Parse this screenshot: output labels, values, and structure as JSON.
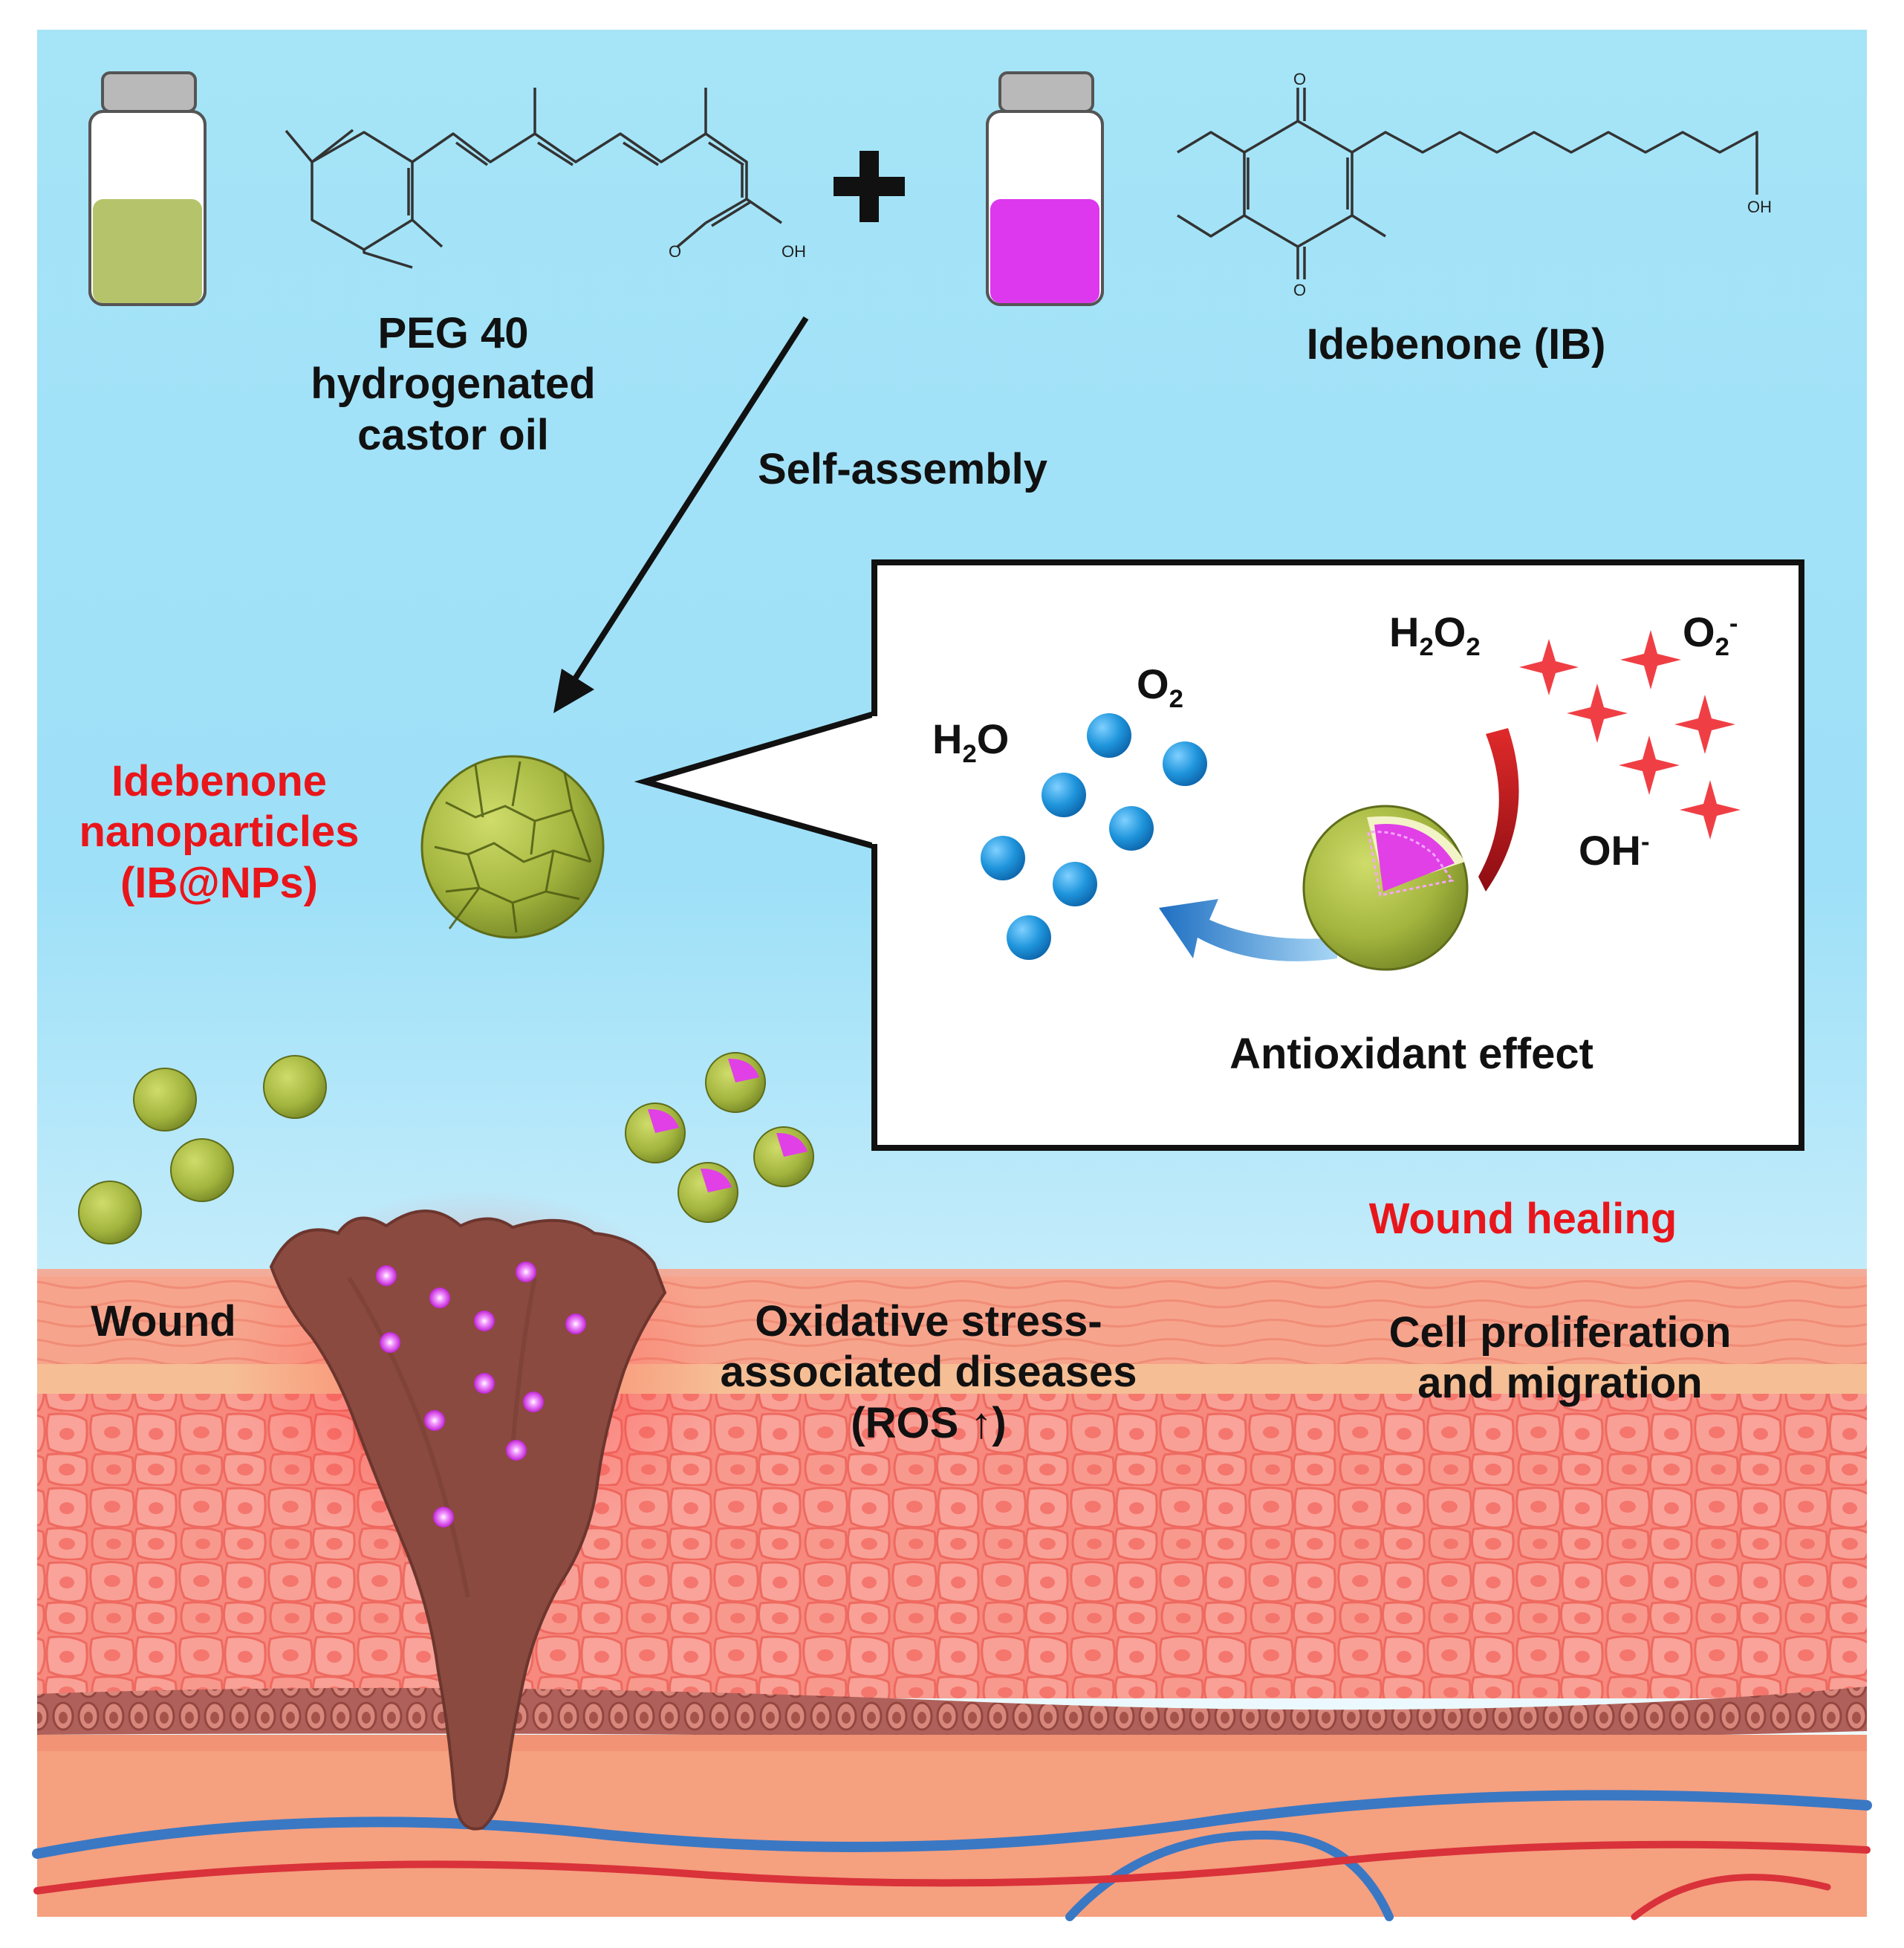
{
  "labels": {
    "peg": [
      "PEG 40",
      "hydrogenated",
      "castor oil"
    ],
    "idebenone": "Idebenone (IB)",
    "self_assembly": "Self-assembly",
    "nanoparticles": [
      "Idebenone",
      "nanoparticles",
      "(IB@NPs)"
    ],
    "antioxidant": "Antioxidant effect",
    "wound_healing": "Wound healing",
    "wound": "Wound",
    "oxidative": [
      "Oxidative stress-",
      "associated diseases",
      "(ROS ↑)"
    ],
    "cell": [
      "Cell proliferation",
      "and migration"
    ]
  },
  "species": {
    "h2o": {
      "base": "H",
      "sub": "2",
      "tail": "O"
    },
    "o2": {
      "base": "O",
      "sub": "2"
    },
    "h2o2": {
      "base": "H",
      "sub": "2",
      "tail": "O",
      "sub2": "2"
    },
    "o2minus": {
      "base": "O",
      "sub": "2",
      "sup": "-"
    },
    "ohminus": {
      "base": "OH",
      "sup": "-"
    }
  },
  "atoms": {
    "o": "O",
    "oh": "OH"
  },
  "colors": {
    "sky_top": "#a6e4f7",
    "sky_bottom": "#ffffff",
    "vial_peg": "#b5c46a",
    "vial_ib": "#dd38ee",
    "nanoparticle": "#a3b53e",
    "payload": "#e040e6",
    "water_drop": "#1f95dc",
    "ros_star": "#ef3f45",
    "label_red": "#e8161b",
    "skin_cells": "#f48a80",
    "wound": "#8b4a40",
    "vessel_blue": "#3a78c4",
    "vessel_red": "#d9323a"
  }
}
